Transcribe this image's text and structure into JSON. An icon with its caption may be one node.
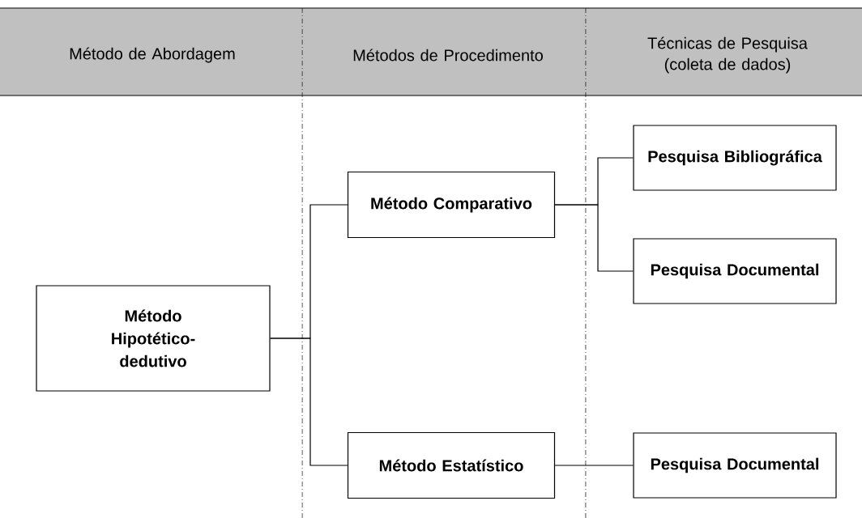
{
  "diagram": {
    "nodes": [
      {
        "text": [
          "Método Hipotético-dedutivo"
        ]
      },
      {
        "text": [
          "Método Comparativo"
        ]
      },
      {
        "text": [
          "Método Estatístico"
        ]
      },
      {
        "text": [
          "Pesquisa Bibliográfica"
        ]
      },
      {
        "text": [
          "Pesquisa Documental"
        ]
      },
      {
        "text": [
          "Pesquisa Documental"
        ]
      }
    ],
    "edges": [
      {
        "from": 0,
        "to": 1,
        "arrow": "none"
      },
      {
        "from": 0,
        "to": 2,
        "arrow": "none"
      },
      {
        "from": 1,
        "to": 3,
        "arrow": "none"
      },
      {
        "from": 1,
        "to": 4,
        "arrow": "none"
      },
      {
        "from": 2,
        "to": 5,
        "arrow": "none"
      }
    ],
    "labels": [
      "Método de Abordagem",
      "Métodos de Procedimento",
      "Técnicas de Pesquisa (coleta de dados)"
    ]
  }
}
